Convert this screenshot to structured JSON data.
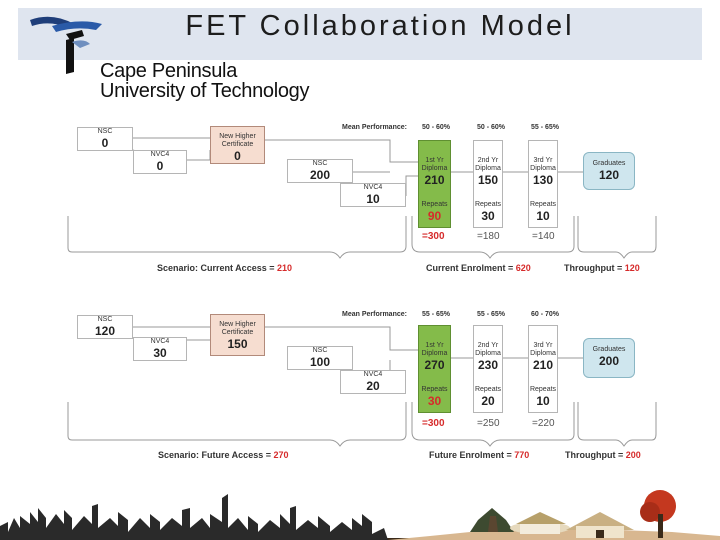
{
  "slide": {
    "title": "FET Collaboration Model"
  },
  "logo": {
    "line1": "Cape Peninsula",
    "line2": "University of Technology"
  },
  "labels": {
    "nsc": "NSC",
    "nvc4": "NVC4",
    "cert": "New Higher Certificate",
    "y1": "1st Yr Diploma",
    "y2": "2nd Yr Diploma",
    "y3": "3rd Yr Diploma",
    "grad": "Graduates",
    "repeats": "Repeats",
    "mean": "Mean Performance:"
  },
  "current": {
    "nsc_top": "0",
    "nvc4_top": "0",
    "cert": "0",
    "nsc_mid": "200",
    "nvc4_mid": "10",
    "y1": "210",
    "y2": "150",
    "y3": "130",
    "grad": "120",
    "rep1": "90",
    "rep2": "30",
    "rep3": "10",
    "perf1": "50 - 60%",
    "perf2": "50 - 60%",
    "perf3": "55 - 65%",
    "tot1": "=300",
    "tot2": "=180",
    "tot3": "=140",
    "access_label": "Scenario: Current Access =",
    "access_value": "210",
    "enrol_label": "Current Enrolment =",
    "enrol_value": "620",
    "through_label": "Throughput =",
    "through_value": "120"
  },
  "future": {
    "nsc_top": "120",
    "nvc4_top": "30",
    "cert": "150",
    "nsc_mid": "100",
    "nvc4_mid": "20",
    "y1": "270",
    "y2": "230",
    "y3": "210",
    "grad": "200",
    "rep1": "30",
    "rep2": "20",
    "rep3": "10",
    "perf1": "55 - 65%",
    "perf2": "55 - 65%",
    "perf3": "60 - 70%",
    "tot1": "=300",
    "tot2": "=250",
    "tot3": "=220",
    "access_label": "Scenario: Future Access =",
    "access_value": "270",
    "enrol_label": "Future Enrolment =",
    "enrol_value": "770",
    "through_label": "Throughput =",
    "through_value": "200"
  }
}
